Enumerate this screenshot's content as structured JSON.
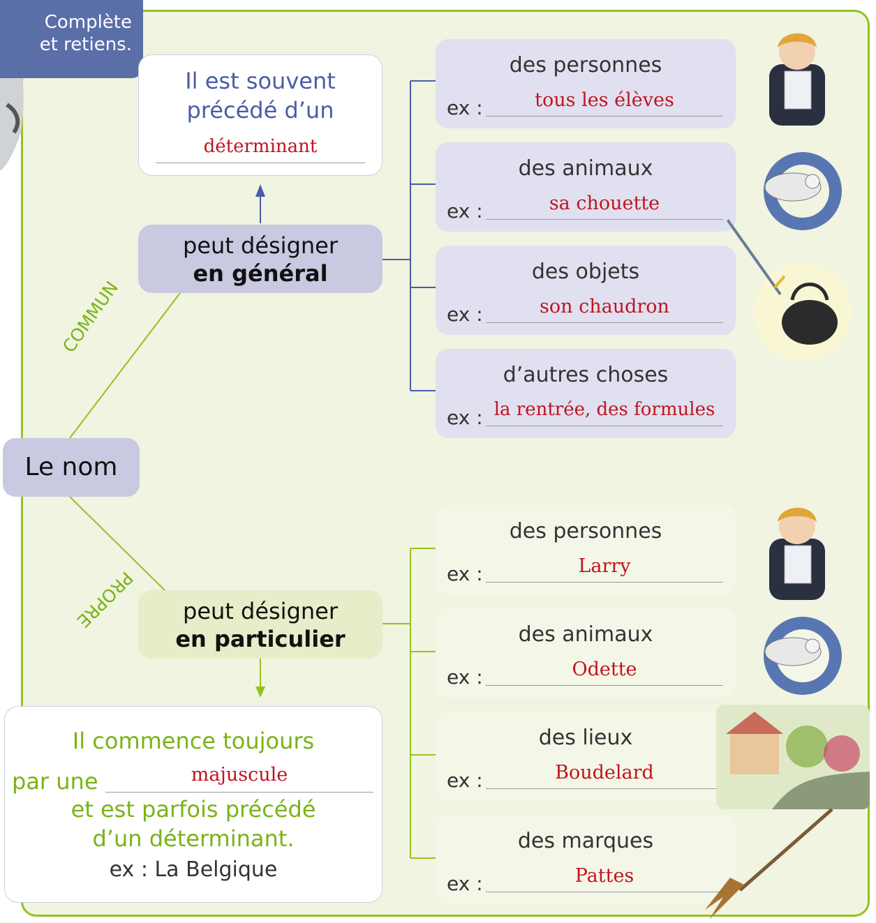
{
  "badge": {
    "line1": "Complète",
    "line2": "et retiens."
  },
  "root": "Le nom",
  "branch_labels": {
    "commun": "COMMUN",
    "propre": "PROPRE"
  },
  "commun": {
    "node_line1": "peut désigner",
    "node_line2": "en général",
    "note_line1": "Il est souvent",
    "note_line2": "précédé d’un",
    "note_answer": "déterminant",
    "categories": [
      {
        "title": "des personnes",
        "ex": "ex :",
        "answer": "tous les élèves",
        "image": "boy-reading-letter"
      },
      {
        "title": "des animaux",
        "ex": "ex :",
        "answer": "sa chouette",
        "image": "owl-flying"
      },
      {
        "title": "des objets",
        "ex": "ex :",
        "answer": "son chaudron",
        "image": "cauldron-with-wand"
      },
      {
        "title": "d’autres choses",
        "ex": "ex :",
        "answer": "la rentrée, des formules",
        "image": ""
      }
    ]
  },
  "propre": {
    "node_line1": "peut désigner",
    "node_line2": "en particulier",
    "note_line1": "Il commence toujours",
    "note_prefix": "par une",
    "note_answer": "majuscule",
    "note_line3": "et est parfois précédé",
    "note_line4": "d’un déterminant.",
    "note_example": "ex : La Belgique",
    "categories": [
      {
        "title": "des personnes",
        "ex": "ex :",
        "answer": "Larry",
        "image": "boy-reading-letter"
      },
      {
        "title": "des animaux",
        "ex": "ex :",
        "answer": "Odette",
        "image": "owl-flying"
      },
      {
        "title": "des lieux",
        "ex": "ex :",
        "answer": "Boudelard",
        "image": "village-street"
      },
      {
        "title": "des marques",
        "ex": "ex :",
        "answer": "Pattes",
        "image": "broomstick"
      }
    ]
  },
  "colors": {
    "frame": "#95c11f",
    "green_text": "#7ab317",
    "blue_text": "#4a5ca8",
    "answer": "#c0141f",
    "bracket_blue": "#4a5ca8",
    "bracket_green": "#95c11f"
  }
}
